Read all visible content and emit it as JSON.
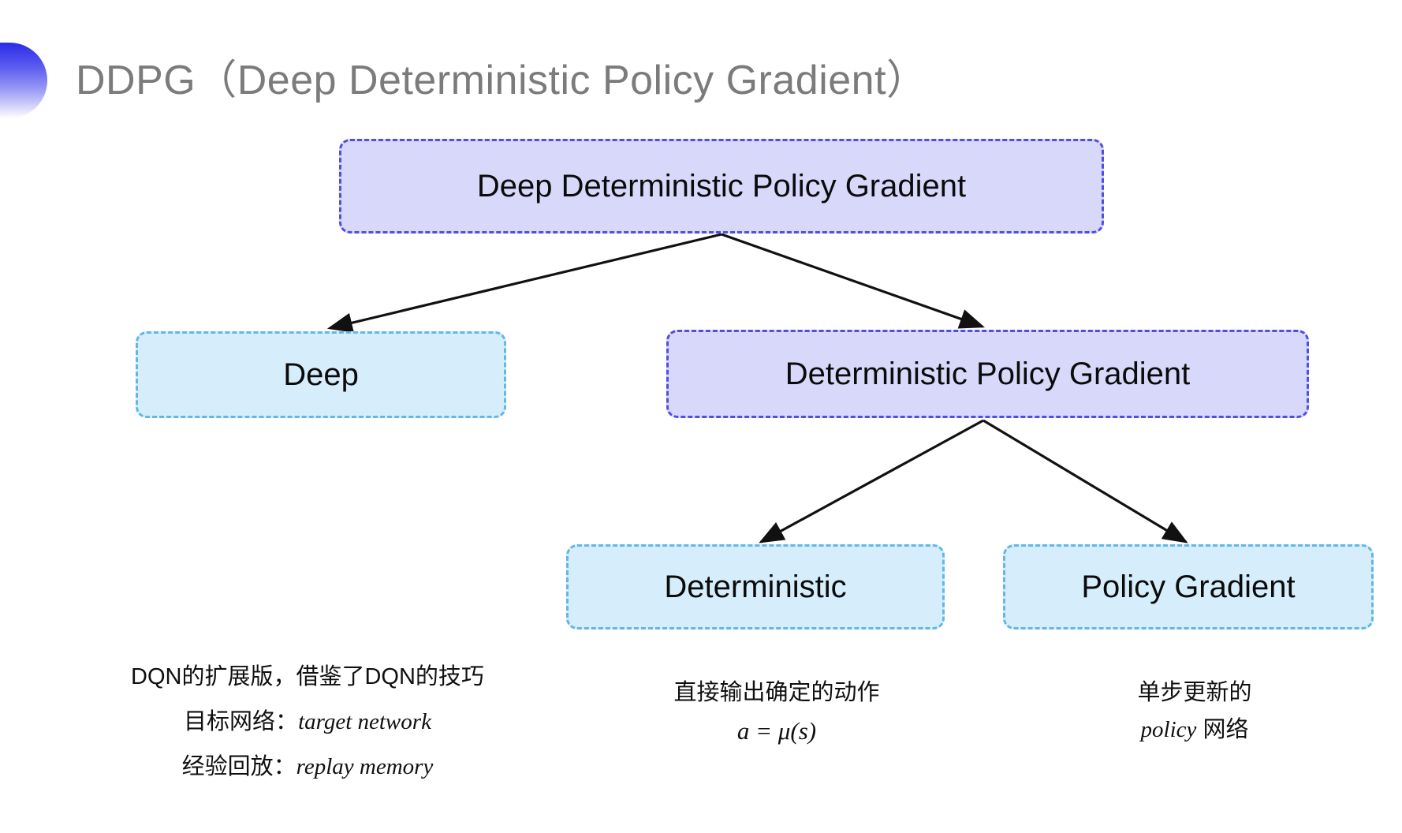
{
  "slide": {
    "title": "DDPG（Deep Deterministic Policy Gradient）",
    "background_color": "#ffffff",
    "title_color": "#7b7b7b",
    "accent_color": "#2b2be8"
  },
  "decoration": {
    "blob_icon": "half-circle-gradient-icon"
  },
  "palette": {
    "purple_fill": "#d8d8fb",
    "purple_border": "#4f4fe6",
    "blue_fill": "#d6eefb",
    "blue_border": "#63b6e9",
    "arrow_color": "#111111"
  },
  "diagram": {
    "type": "tree",
    "nodes": [
      {
        "id": "root",
        "label": "Deep Deterministic Policy Gradient",
        "style": "purple"
      },
      {
        "id": "deep",
        "label": "Deep",
        "style": "blue"
      },
      {
        "id": "dpg",
        "label": "Deterministic Policy Gradient",
        "style": "purple"
      },
      {
        "id": "det",
        "label": "Deterministic",
        "style": "blue"
      },
      {
        "id": "pg",
        "label": "Policy Gradient",
        "style": "blue"
      }
    ],
    "edges": [
      {
        "from": "root",
        "to": "deep"
      },
      {
        "from": "root",
        "to": "dpg"
      },
      {
        "from": "dpg",
        "to": "det"
      },
      {
        "from": "dpg",
        "to": "pg"
      }
    ]
  },
  "captions": {
    "left": {
      "line1": "DQN的扩展版，借鉴了DQN的技巧",
      "line2_label": "目标网络：",
      "line2_term": "target network",
      "line3_label": "经验回放：",
      "line3_term": "replay memory"
    },
    "middle": {
      "line1": "直接输出确定的动作",
      "formula": "a = μ(s)"
    },
    "right": {
      "line1": "单步更新的",
      "line2_term": "policy",
      "line2_suffix": " 网络"
    }
  }
}
